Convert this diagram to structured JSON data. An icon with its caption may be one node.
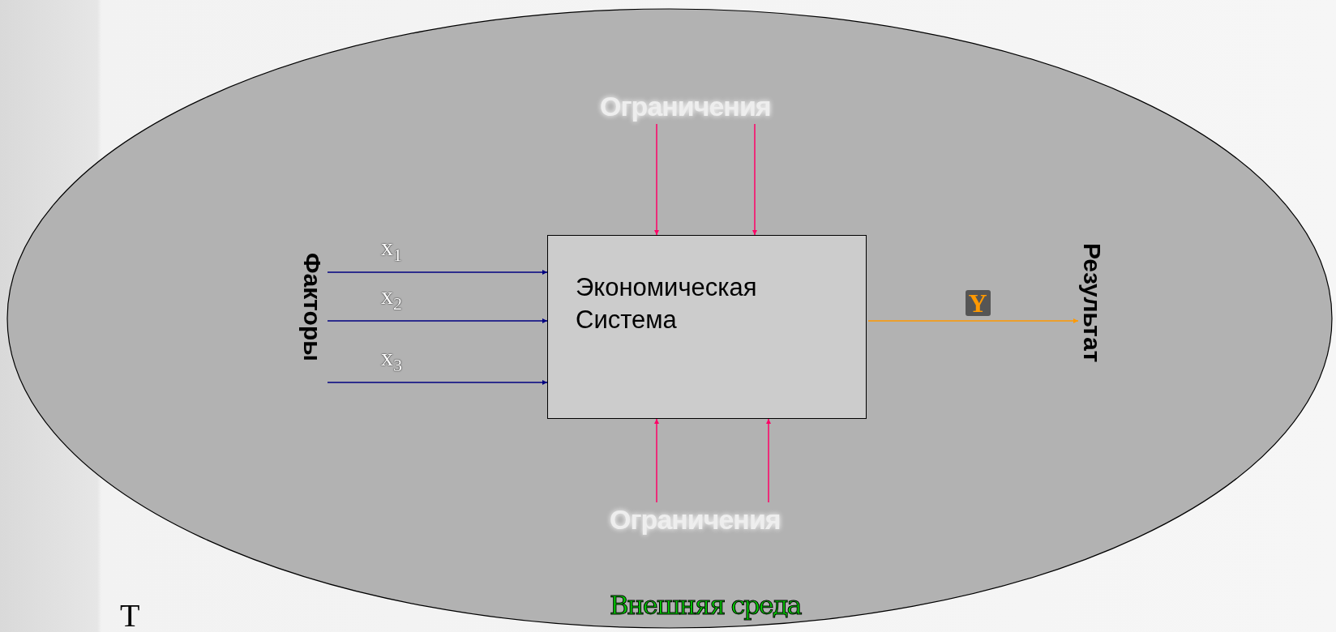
{
  "diagram": {
    "nodes": [
      {
        "text": [
          "Внешняя среда"
        ]
      },
      {
        "text": [
          "Ограничения"
        ],
        "in": 0
      },
      {
        "text": [
          "Факторы"
        ],
        "in": 0
      },
      {
        "text": [
          "Экономическая Система"
        ],
        "in": 0
      },
      {
        "text": [
          "Результат"
        ],
        "in": 0
      },
      {
        "text": [
          "Ограничения"
        ],
        "in": 0
      }
    ],
    "edges": [
      {
        "from": 1,
        "to": 3,
        "arrow": "to"
      },
      {
        "from": 1,
        "to": 3,
        "arrow": "to"
      },
      {
        "from": 2,
        "to": 3,
        "arrow": "to",
        "label": "x$_{1}$",
        "color": "#000080"
      },
      {
        "from": 2,
        "to": 3,
        "arrow": "to",
        "label": "x$_{2}$",
        "color": "#000080"
      },
      {
        "from": 2,
        "to": 3,
        "arrow": "to",
        "label": "x$_{3}$",
        "color": "#000080"
      },
      {
        "from": 3,
        "to": 4,
        "arrow": "to",
        "label": "Y",
        "color": "#ff9900"
      },
      {
        "from": 5,
        "to": 3,
        "arrow": "to"
      },
      {
        "from": 5,
        "to": 3,
        "arrow": "to"
      }
    ],
    "labels": [
      "Т"
    ]
  }
}
